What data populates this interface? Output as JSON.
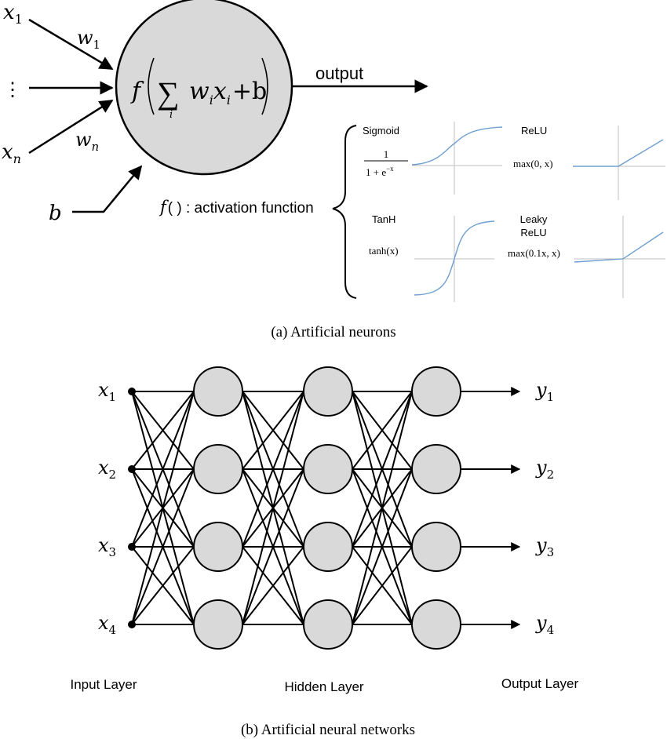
{
  "neuron": {
    "inputs": {
      "x1": "x",
      "x1_sub": "1",
      "dots": "⋮",
      "xn": "x",
      "xn_sub": "n"
    },
    "weights": {
      "w1": "w",
      "w1_sub": "1",
      "wn": "w",
      "wn_sub": "n"
    },
    "bias": "b",
    "formula": {
      "f": "f",
      "sum": "∑",
      "sum_index": "i",
      "w": "w",
      "wi_sub": "i",
      "x": "x",
      "xi_sub": "i",
      "plus_b": "+b"
    },
    "output_label": "output",
    "activation_label_f": "f",
    "activation_label_text": "( ) : activation function"
  },
  "activations": [
    {
      "name": "Sigmoid",
      "formula_num": "1",
      "formula_den": "1 + e",
      "formula_den_exp": "−x"
    },
    {
      "name": "ReLU",
      "formula": "max(0, x)"
    },
    {
      "name": "TanH",
      "formula": "tanh(x)"
    },
    {
      "name_line1": "Leaky",
      "name_line2": "ReLU",
      "formula": "max(0.1x, x)"
    }
  ],
  "caption_a": "(a) Artificial neurons",
  "network": {
    "inputs": [
      {
        "base": "x",
        "sub": "1"
      },
      {
        "base": "x",
        "sub": "2"
      },
      {
        "base": "x",
        "sub": "3"
      },
      {
        "base": "x",
        "sub": "4"
      }
    ],
    "outputs": [
      {
        "base": "y",
        "sub": "1"
      },
      {
        "base": "y",
        "sub": "2"
      },
      {
        "base": "y",
        "sub": "3"
      },
      {
        "base": "y",
        "sub": "4"
      }
    ],
    "layer_labels": {
      "input": "Input Layer",
      "hidden": "Hidden Layer",
      "output": "Output Layer"
    },
    "node_fill": "#d9d9d9"
  },
  "caption_b": "(b) Artificial neural networks",
  "colors": {
    "curve": "#6fa0d0",
    "axis": "#bfbfbf",
    "stroke": "#000000"
  }
}
